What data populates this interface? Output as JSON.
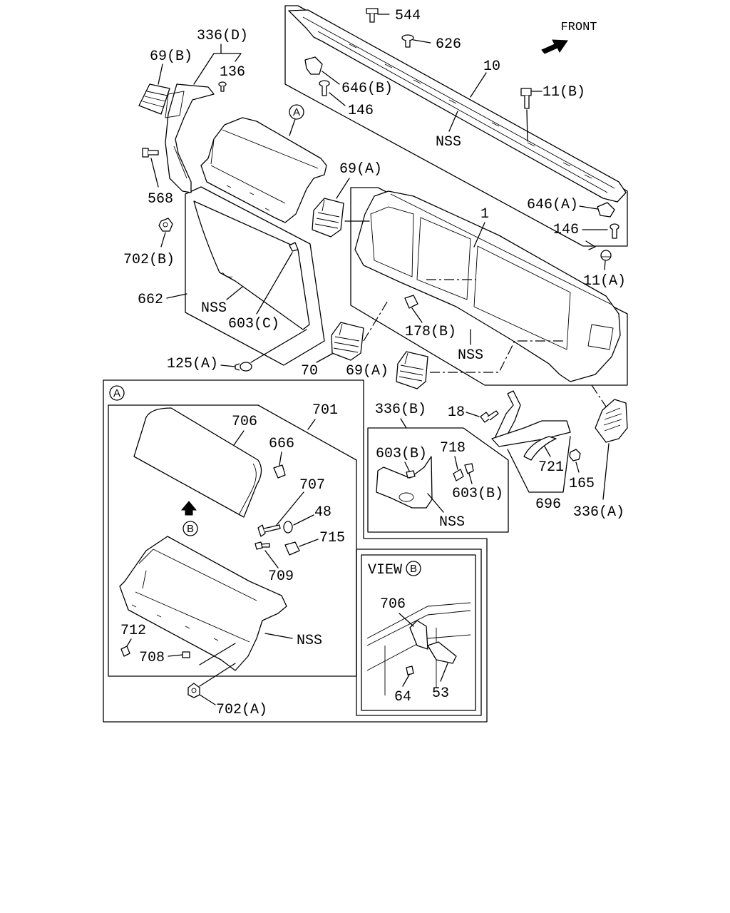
{
  "front_indicator": {
    "label": "FRONT"
  },
  "view_markers": {
    "a_top": "A",
    "a_box": "A",
    "b_detail": "B",
    "b_view": "B"
  },
  "view_b": {
    "title": "VIEW"
  },
  "callouts": {
    "c544": "544",
    "c626": "626",
    "c336d": "336(D)",
    "c69b": "69(B)",
    "c136": "136",
    "c10": "10",
    "c646b": "646(B)",
    "c11b": "11(B)",
    "c146_top": "146",
    "c_nss_rail": "NSS",
    "c69a_upper": "69(A)",
    "c568": "568",
    "c646a": "646(A)",
    "c1": "1",
    "c146_right": "146",
    "c702b": "702(B)",
    "c11a": "11(A)",
    "c662": "662",
    "c_nss_panel": "NSS",
    "c603c": "603(C)",
    "c178b": "178(B)",
    "c_nss_dash": "NSS",
    "c125a": "125(A)",
    "c70": "70",
    "c69a_lower": "69(A)",
    "c336b": "336(B)",
    "c701": "701",
    "c18": "18",
    "c706": "706",
    "c666": "666",
    "c718": "718",
    "c603b_left": "603(B)",
    "c721": "721",
    "c165": "165",
    "c707": "707",
    "c603b_right": "603(B)",
    "c696": "696",
    "c336a": "336(A)",
    "c48": "48",
    "c_nss_bracket": "NSS",
    "c715": "715",
    "c709": "709",
    "c706_view": "706",
    "c712": "712",
    "c_nss_box": "NSS",
    "c708": "708",
    "c64": "64",
    "c53": "53",
    "c702a": "702(A)"
  }
}
